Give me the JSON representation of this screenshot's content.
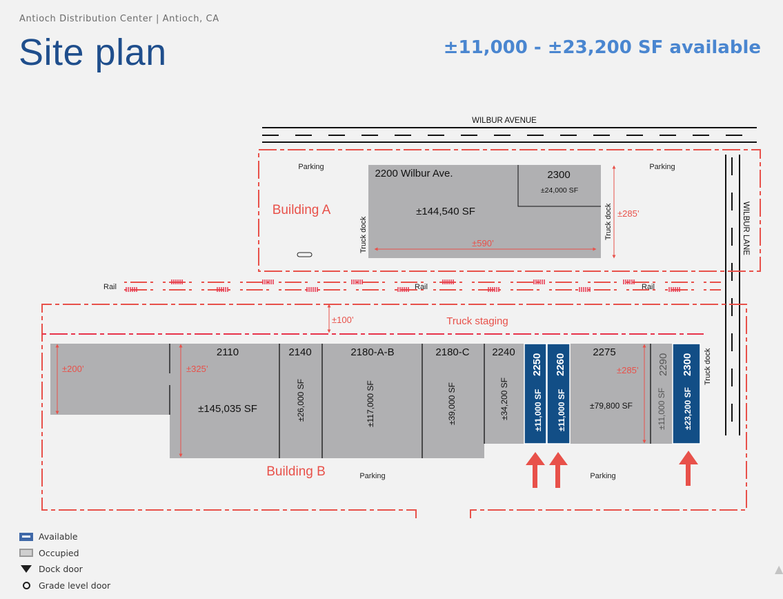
{
  "header": {
    "subtitle": "Antioch Distribution Center | Antioch, CA",
    "title": "Site plan",
    "availability": "±11,000 - ±23,200 SF available"
  },
  "colors": {
    "available": "#124e86",
    "occupied": "#b0b0b2",
    "boundary": "#e8514a",
    "title": "#1f4e8c",
    "availability": "#4a86d0"
  },
  "roads": {
    "wilbur_avenue": "WILBUR AVENUE",
    "wilbur_lane": "WILBUR LANE"
  },
  "building_a": {
    "label": "Building A",
    "address": "2200   Wilbur Ave.",
    "total_sf": "±144,540 SF",
    "width_dim": "±590’",
    "depth_dim": "±285’",
    "parking_left": "Parking",
    "parking_right": "Parking",
    "truck_dock_left": "Truck dock",
    "truck_dock_right": "Truck dock",
    "suite": {
      "number": "2300",
      "sf": "±24,000  SF"
    }
  },
  "rail": {
    "labels": [
      "Rail",
      "Rail",
      "Rail"
    ]
  },
  "staging": {
    "label": "Truck staging",
    "distance": "±100’"
  },
  "building_b": {
    "label": "Building B",
    "parking_left": "Parking",
    "parking_right": "Parking",
    "truck_dock": "Truck dock",
    "dims": {
      "west": "±200’",
      "center": "±325’",
      "east": "±285’"
    },
    "suites": [
      {
        "number": "2110",
        "sf": "±145,035 SF",
        "status": "occupied"
      },
      {
        "number": "2140",
        "sf": "±26,000 SF",
        "status": "occupied"
      },
      {
        "number": "2180-A-B",
        "sf": "±117,000 SF",
        "status": "occupied"
      },
      {
        "number": "2180-C",
        "sf": "±39,000 SF",
        "status": "occupied"
      },
      {
        "number": "2240",
        "sf": "±34,200 SF",
        "status": "occupied"
      },
      {
        "number": "2250",
        "sf": "±11,000 SF",
        "status": "available"
      },
      {
        "number": "2260",
        "sf": "±11,000 SF",
        "status": "available"
      },
      {
        "number": "2275",
        "sf": "±79,800 SF",
        "status": "occupied"
      },
      {
        "number": "2290",
        "sf": "±11,000 SF",
        "status": "occupied"
      },
      {
        "number": "2300",
        "sf": "±23,200 SF",
        "status": "available"
      }
    ]
  },
  "legend": {
    "items": [
      {
        "label": "Available",
        "icon": "available-swatch"
      },
      {
        "label": "Occupied",
        "icon": "occupied-swatch"
      },
      {
        "label": "Dock door",
        "icon": "triangle-down-icon"
      },
      {
        "label": "Grade level door",
        "icon": "circle-icon"
      }
    ]
  }
}
